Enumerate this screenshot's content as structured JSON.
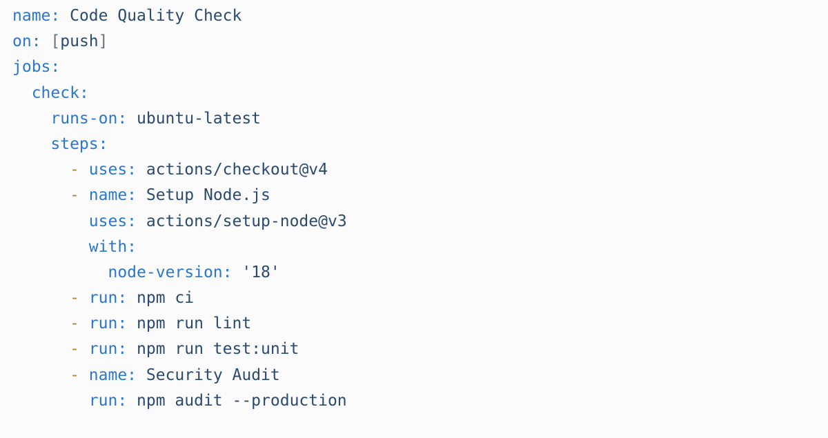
{
  "meta": {
    "content_kind": "yaml-source-code",
    "file_semantics": "github-actions-workflow"
  },
  "colors": {
    "background": "#fbfbfb",
    "key": "#2b77cc",
    "value": "#2b4a6e",
    "dash": "#a8863b",
    "punct": "#6a737d"
  },
  "code": {
    "lines": [
      [
        {
          "type": "key",
          "text": "name:"
        },
        {
          "type": "value",
          "text": " Code Quality Check"
        }
      ],
      [
        {
          "type": "key",
          "text": "on:"
        },
        {
          "type": "plain",
          "text": " "
        },
        {
          "type": "punct",
          "text": "["
        },
        {
          "type": "value",
          "text": "push"
        },
        {
          "type": "punct",
          "text": "]"
        }
      ],
      [
        {
          "type": "key",
          "text": "jobs:"
        }
      ],
      [
        {
          "type": "plain",
          "text": "  "
        },
        {
          "type": "key",
          "text": "check:"
        }
      ],
      [
        {
          "type": "plain",
          "text": "    "
        },
        {
          "type": "key",
          "text": "runs-on:"
        },
        {
          "type": "value",
          "text": " ubuntu-latest"
        }
      ],
      [
        {
          "type": "plain",
          "text": "    "
        },
        {
          "type": "key",
          "text": "steps:"
        }
      ],
      [
        {
          "type": "plain",
          "text": "      "
        },
        {
          "type": "dash",
          "text": "- "
        },
        {
          "type": "key",
          "text": "uses:"
        },
        {
          "type": "value",
          "text": " actions/checkout@v4"
        }
      ],
      [
        {
          "type": "plain",
          "text": "      "
        },
        {
          "type": "dash",
          "text": "- "
        },
        {
          "type": "key",
          "text": "name:"
        },
        {
          "type": "value",
          "text": " Setup Node.js"
        }
      ],
      [
        {
          "type": "plain",
          "text": "        "
        },
        {
          "type": "key",
          "text": "uses:"
        },
        {
          "type": "value",
          "text": " actions/setup-node@v3"
        }
      ],
      [
        {
          "type": "plain",
          "text": "        "
        },
        {
          "type": "key",
          "text": "with:"
        }
      ],
      [
        {
          "type": "plain",
          "text": "          "
        },
        {
          "type": "key",
          "text": "node-version:"
        },
        {
          "type": "value",
          "text": " '18'"
        }
      ],
      [
        {
          "type": "plain",
          "text": "      "
        },
        {
          "type": "dash",
          "text": "- "
        },
        {
          "type": "key",
          "text": "run:"
        },
        {
          "type": "value",
          "text": " npm ci"
        }
      ],
      [
        {
          "type": "plain",
          "text": "      "
        },
        {
          "type": "dash",
          "text": "- "
        },
        {
          "type": "key",
          "text": "run:"
        },
        {
          "type": "value",
          "text": " npm run lint"
        }
      ],
      [
        {
          "type": "plain",
          "text": "      "
        },
        {
          "type": "dash",
          "text": "- "
        },
        {
          "type": "key",
          "text": "run:"
        },
        {
          "type": "value",
          "text": " npm run test:unit"
        }
      ],
      [
        {
          "type": "plain",
          "text": "      "
        },
        {
          "type": "dash",
          "text": "- "
        },
        {
          "type": "key",
          "text": "name:"
        },
        {
          "type": "value",
          "text": " Security Audit"
        }
      ],
      [
        {
          "type": "plain",
          "text": "        "
        },
        {
          "type": "key",
          "text": "run:"
        },
        {
          "type": "value",
          "text": " npm audit --production"
        }
      ]
    ]
  }
}
